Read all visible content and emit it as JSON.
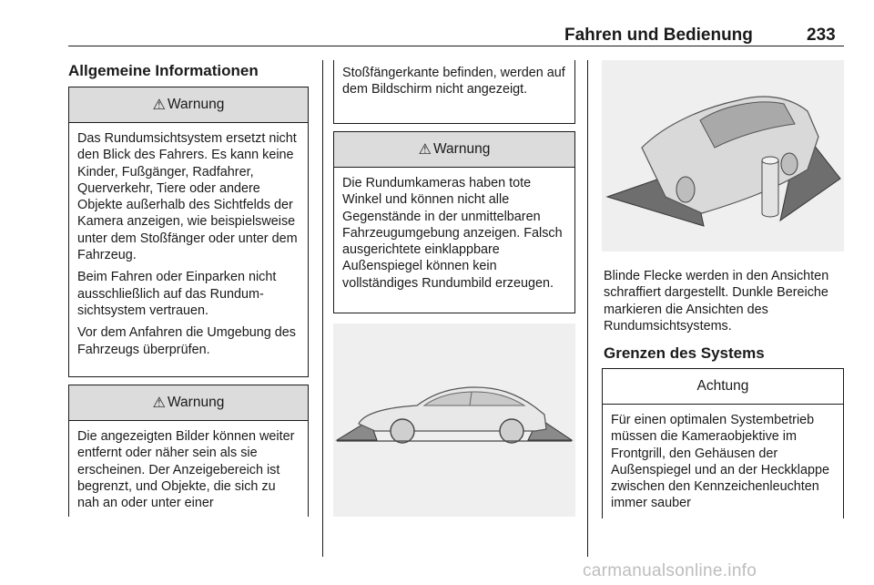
{
  "header": {
    "section_title": "Fahren und Bedienung",
    "page_number": "233"
  },
  "column1": {
    "heading": "Allgemeine Informationen",
    "warning1": {
      "title": "Warnung",
      "icon": "warning-triangle-icon",
      "paragraphs": [
        "Das Rundumsichtsystem ersetzt nicht den Blick des Fahrers. Es kann keine Kinder, Fußgänger, Radfahrer, Querverkehr, Tiere oder andere Objekte außerhalb des Sichtfelds der Kamera anzei­gen, wie beispielsweise unter dem Stoßfänger oder unter dem Fahr­zeug.",
        "Beim Fahren oder Einparken nicht ausschließlich auf das Rundum­sichtsystem vertrauen.",
        "Vor dem Anfahren die Umgebung des Fahrzeugs überprüfen."
      ]
    },
    "warning2": {
      "title": "Warnung",
      "icon": "warning-triangle-icon",
      "text": "Die angezeigten Bilder können weiter entfernt oder näher sein als sie erscheinen. Der Anzeigebe­reich ist begrenzt, und Objekte, die sich zu nah an oder unter einer"
    }
  },
  "column2": {
    "continuation": "Stoßfängerkante befinden, werden auf dem Bildschirm nicht angezeigt.",
    "warning3": {
      "title": "Warnung",
      "icon": "warning-triangle-icon",
      "text": "Die Rundumkameras haben tote Winkel und können nicht alle Gegenstände in der unmittelbaren Fahrzeugumgebung anzeigen. Falsch ausgerichtete einklapp­bare Außenspiegel können kein vollständiges Rundumbild erzeu­gen."
    }
  },
  "column3": {
    "caption": "Blinde Flecke werden in den Ansich­ten schraffiert dargestellt. Dunkle Bereiche markieren die Ansichten des Rundumsichtsystems.",
    "heading": "Grenzen des Systems",
    "caution": {
      "title": "Achtung",
      "text": "Für einen optimalen Systembe­trieb müssen die Kameraobjektive im Frontgrill, den Gehäusen der Außenspiegel und an der Heck­klappe zwischen den Kennzei­chenleuchten immer sauber"
    }
  },
  "footer": {
    "watermark": "carmanualsonline.info"
  }
}
